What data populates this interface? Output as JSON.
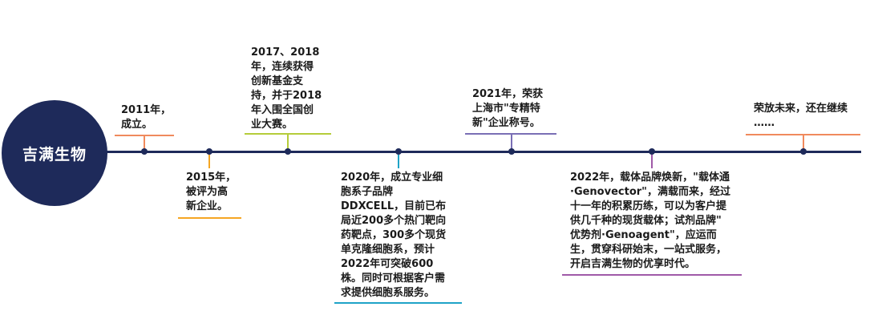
{
  "company": "吉满生物",
  "events": [
    {
      "text": "2011年，\n成立。",
      "color": "#f08a5d"
    },
    {
      "text": "2015年，\n被评为高\n新企业。",
      "color": "#f5a623"
    },
    {
      "text": "2017、2018\n年，连续获得\n创新基金支\n持，并于2018\n年入围全国创\n业大赛。",
      "color": "#b5cc3a"
    },
    {
      "text": "2020年，成立专业细\n胞系子品牌\nDDXCELL，目前已布\n局近200多个热门靶向\n药靶点，300多个现货\n单克隆细胞系，预计\n2022年可突破600\n株。同时可根据客户需\n求提供细胞系服务。",
      "color": "#1fa3c7"
    },
    {
      "text": "2021年，荣获\n上海市\"专精特\n新\"企业称号。",
      "color": "#7a6fb5"
    },
    {
      "text": "2022年，载体品牌焕新，\"载体通\n·Genovector\"，满载而来，经过\n十一年的积累历练，可以为客户提\n供几千种的现货载体；试剂品牌\"\n优势剂·Genoagent\"，应运而\n生，贯穿科研始末，一站式服务，\n开启吉满生物的优享时代。",
      "color": "#a05aa8"
    },
    {
      "text": "荣放未来，还在继续\n……",
      "color": "#f08a5d"
    }
  ]
}
